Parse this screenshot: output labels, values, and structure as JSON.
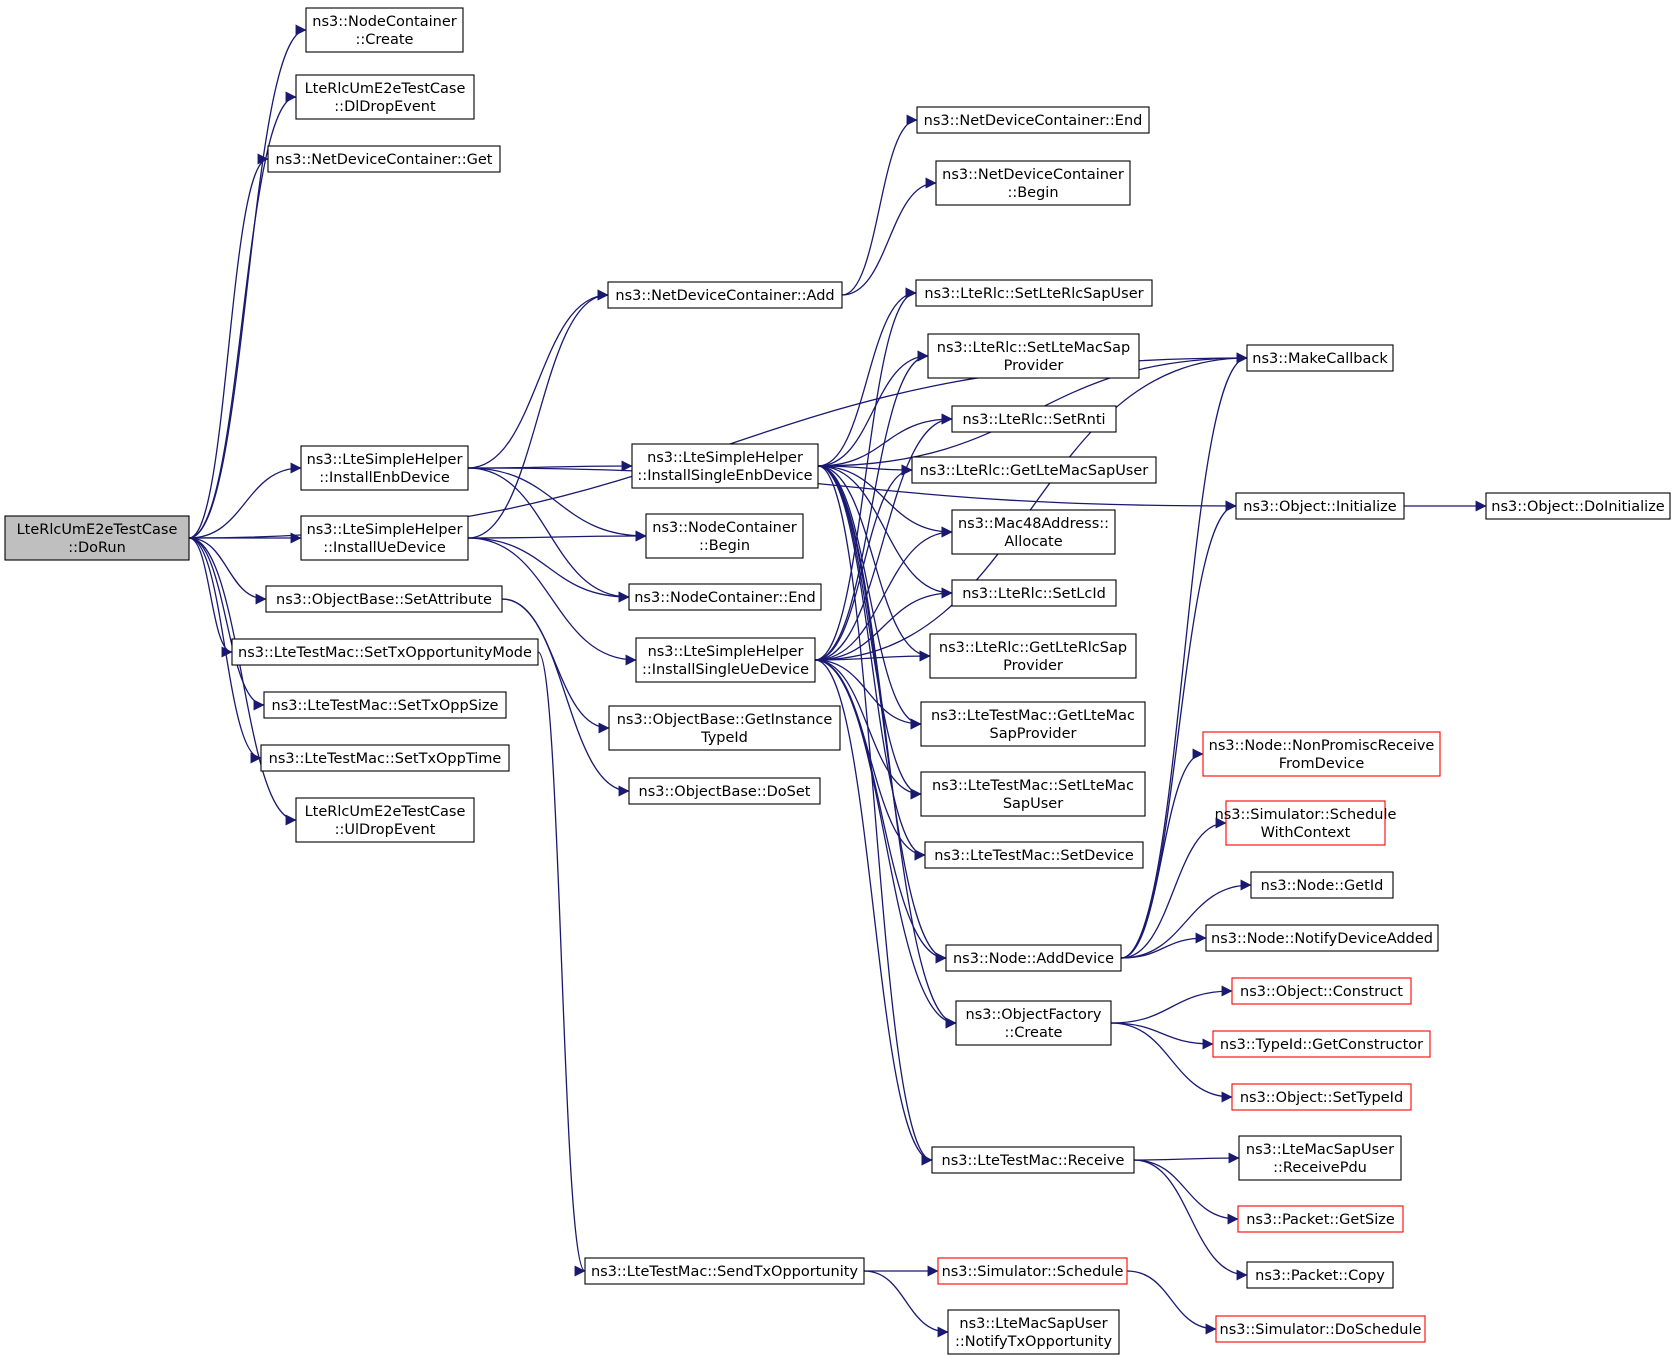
{
  "graph": {
    "root": "doRun",
    "nodes": [
      {
        "id": "doRun",
        "lines": [
          "LteRlcUmE2eTestCase",
          "::DoRun"
        ],
        "kind": "root"
      },
      {
        "id": "ncCreate",
        "lines": [
          "ns3::NodeContainer",
          "::Create"
        ]
      },
      {
        "id": "dlDrop",
        "lines": [
          "LteRlcUmE2eTestCase",
          "::DlDropEvent"
        ]
      },
      {
        "id": "ndcGet",
        "lines": [
          "ns3::NetDeviceContainer::Get"
        ]
      },
      {
        "id": "instEnb",
        "lines": [
          "ns3::LteSimpleHelper",
          "::InstallEnbDevice"
        ]
      },
      {
        "id": "instUe",
        "lines": [
          "ns3::LteSimpleHelper",
          "::InstallUeDevice"
        ]
      },
      {
        "id": "setAttr",
        "lines": [
          "ns3::ObjectBase::SetAttribute"
        ]
      },
      {
        "id": "setTxOppMode",
        "lines": [
          "ns3::LteTestMac::SetTxOpportunityMode"
        ]
      },
      {
        "id": "setTxOppSize",
        "lines": [
          "ns3::LteTestMac::SetTxOppSize"
        ]
      },
      {
        "id": "setTxOppTime",
        "lines": [
          "ns3::LteTestMac::SetTxOppTime"
        ]
      },
      {
        "id": "ulDrop",
        "lines": [
          "LteRlcUmE2eTestCase",
          "::UlDropEvent"
        ]
      },
      {
        "id": "ndcAdd",
        "lines": [
          "ns3::NetDeviceContainer::Add"
        ]
      },
      {
        "id": "instSEnb",
        "lines": [
          "ns3::LteSimpleHelper",
          "::InstallSingleEnbDevice"
        ]
      },
      {
        "id": "ncBegin",
        "lines": [
          "ns3::NodeContainer",
          "::Begin"
        ]
      },
      {
        "id": "ncEnd",
        "lines": [
          "ns3::NodeContainer::End"
        ]
      },
      {
        "id": "instSUe",
        "lines": [
          "ns3::LteSimpleHelper",
          "::InstallSingleUeDevice"
        ]
      },
      {
        "id": "getInstTid",
        "lines": [
          "ns3::ObjectBase::GetInstance",
          "TypeId"
        ]
      },
      {
        "id": "doSet",
        "lines": [
          "ns3::ObjectBase::DoSet"
        ]
      },
      {
        "id": "sendTxOpp",
        "lines": [
          "ns3::LteTestMac::SendTxOpportunity"
        ]
      },
      {
        "id": "ndcEnd",
        "lines": [
          "ns3::NetDeviceContainer::End"
        ]
      },
      {
        "id": "ndcBegin",
        "lines": [
          "ns3::NetDeviceContainer",
          "::Begin"
        ]
      },
      {
        "id": "setLteRlcSapUser",
        "lines": [
          "ns3::LteRlc::SetLteRlcSapUser"
        ]
      },
      {
        "id": "setLteMacSapProv",
        "lines": [
          "ns3::LteRlc::SetLteMacSap",
          "Provider"
        ]
      },
      {
        "id": "setRnti",
        "lines": [
          "ns3::LteRlc::SetRnti"
        ]
      },
      {
        "id": "getLteMacSapUser",
        "lines": [
          "ns3::LteRlc::GetLteMacSapUser"
        ]
      },
      {
        "id": "macAlloc",
        "lines": [
          "ns3::Mac48Address::",
          "Allocate"
        ]
      },
      {
        "id": "setLcId",
        "lines": [
          "ns3::LteRlc::SetLcId"
        ]
      },
      {
        "id": "getLteRlcSapProv",
        "lines": [
          "ns3::LteRlc::GetLteRlcSap",
          "Provider"
        ]
      },
      {
        "id": "tmGetMacSapProv",
        "lines": [
          "ns3::LteTestMac::GetLteMac",
          "SapProvider"
        ]
      },
      {
        "id": "tmSetMacSapUser",
        "lines": [
          "ns3::LteTestMac::SetLteMac",
          "SapUser"
        ]
      },
      {
        "id": "tmSetDevice",
        "lines": [
          "ns3::LteTestMac::SetDevice"
        ]
      },
      {
        "id": "nodeAddDevice",
        "lines": [
          "ns3::Node::AddDevice"
        ]
      },
      {
        "id": "ofCreate",
        "lines": [
          "ns3::ObjectFactory",
          "::Create"
        ]
      },
      {
        "id": "tmReceive",
        "lines": [
          "ns3::LteTestMac::Receive"
        ]
      },
      {
        "id": "simSchedule",
        "lines": [
          "ns3::Simulator::Schedule"
        ],
        "kind": "red"
      },
      {
        "id": "notifyTxOpp",
        "lines": [
          "ns3::LteMacSapUser",
          "::NotifyTxOpportunity"
        ]
      },
      {
        "id": "makeCallback",
        "lines": [
          "ns3::MakeCallback"
        ]
      },
      {
        "id": "objInit",
        "lines": [
          "ns3::Object::Initialize"
        ]
      },
      {
        "id": "objDoInit",
        "lines": [
          "ns3::Object::DoInitialize"
        ]
      },
      {
        "id": "nonPromisc",
        "lines": [
          "ns3::Node::NonPromiscReceive",
          "FromDevice"
        ],
        "kind": "red"
      },
      {
        "id": "schedCtx",
        "lines": [
          "ns3::Simulator::Schedule",
          "WithContext"
        ],
        "kind": "red"
      },
      {
        "id": "nodeGetId",
        "lines": [
          "ns3::Node::GetId"
        ]
      },
      {
        "id": "notifyDevAdded",
        "lines": [
          "ns3::Node::NotifyDeviceAdded"
        ]
      },
      {
        "id": "objConstruct",
        "lines": [
          "ns3::Object::Construct"
        ],
        "kind": "red"
      },
      {
        "id": "getConstructor",
        "lines": [
          "ns3::TypeId::GetConstructor"
        ],
        "kind": "red"
      },
      {
        "id": "setTypeId",
        "lines": [
          "ns3::Object::SetTypeId"
        ],
        "kind": "red"
      },
      {
        "id": "receivePdu",
        "lines": [
          "ns3::LteMacSapUser",
          "::ReceivePdu"
        ]
      },
      {
        "id": "pktGetSize",
        "lines": [
          "ns3::Packet::GetSize"
        ],
        "kind": "red"
      },
      {
        "id": "pktCopy",
        "lines": [
          "ns3::Packet::Copy"
        ]
      },
      {
        "id": "simDoSchedule",
        "lines": [
          "ns3::Simulator::DoSchedule"
        ],
        "kind": "red"
      }
    ],
    "edges": [
      [
        "doRun",
        "ncCreate"
      ],
      [
        "doRun",
        "dlDrop"
      ],
      [
        "doRun",
        "ndcGet"
      ],
      [
        "doRun",
        "instEnb"
      ],
      [
        "doRun",
        "instUe"
      ],
      [
        "doRun",
        "setAttr"
      ],
      [
        "doRun",
        "setTxOppMode"
      ],
      [
        "doRun",
        "setTxOppSize"
      ],
      [
        "doRun",
        "setTxOppTime"
      ],
      [
        "doRun",
        "ulDrop"
      ],
      [
        "doRun",
        "makeCallback"
      ],
      [
        "instEnb",
        "ndcAdd"
      ],
      [
        "instEnb",
        "instSEnb"
      ],
      [
        "instEnb",
        "ncBegin"
      ],
      [
        "instEnb",
        "ncEnd"
      ],
      [
        "instEnb",
        "objInit"
      ],
      [
        "instUe",
        "ndcAdd"
      ],
      [
        "instUe",
        "ncBegin"
      ],
      [
        "instUe",
        "ncEnd"
      ],
      [
        "instUe",
        "instSUe"
      ],
      [
        "setAttr",
        "getInstTid"
      ],
      [
        "setAttr",
        "doSet"
      ],
      [
        "setTxOppMode",
        "sendTxOpp"
      ],
      [
        "ndcAdd",
        "ndcEnd"
      ],
      [
        "ndcAdd",
        "ndcBegin"
      ],
      [
        "instSEnb",
        "setLteRlcSapUser"
      ],
      [
        "instSEnb",
        "setLteMacSapProv"
      ],
      [
        "instSEnb",
        "setRnti"
      ],
      [
        "instSEnb",
        "getLteMacSapUser"
      ],
      [
        "instSEnb",
        "macAlloc"
      ],
      [
        "instSEnb",
        "setLcId"
      ],
      [
        "instSEnb",
        "getLteRlcSapProv"
      ],
      [
        "instSEnb",
        "tmGetMacSapProv"
      ],
      [
        "instSEnb",
        "tmSetMacSapUser"
      ],
      [
        "instSEnb",
        "tmSetDevice"
      ],
      [
        "instSEnb",
        "nodeAddDevice"
      ],
      [
        "instSEnb",
        "ofCreate"
      ],
      [
        "instSEnb",
        "tmReceive"
      ],
      [
        "instSEnb",
        "makeCallback"
      ],
      [
        "instSUe",
        "setLteRlcSapUser"
      ],
      [
        "instSUe",
        "setLteMacSapProv"
      ],
      [
        "instSUe",
        "setRnti"
      ],
      [
        "instSUe",
        "getLteMacSapUser"
      ],
      [
        "instSUe",
        "macAlloc"
      ],
      [
        "instSUe",
        "setLcId"
      ],
      [
        "instSUe",
        "getLteRlcSapProv"
      ],
      [
        "instSUe",
        "tmGetMacSapProv"
      ],
      [
        "instSUe",
        "tmSetMacSapUser"
      ],
      [
        "instSUe",
        "tmSetDevice"
      ],
      [
        "instSUe",
        "nodeAddDevice"
      ],
      [
        "instSUe",
        "ofCreate"
      ],
      [
        "instSUe",
        "tmReceive"
      ],
      [
        "instSUe",
        "makeCallback"
      ],
      [
        "sendTxOpp",
        "simSchedule"
      ],
      [
        "sendTxOpp",
        "notifyTxOpp"
      ],
      [
        "simSchedule",
        "simDoSchedule"
      ],
      [
        "objInit",
        "objDoInit"
      ],
      [
        "nodeAddDevice",
        "makeCallback"
      ],
      [
        "nodeAddDevice",
        "objInit"
      ],
      [
        "nodeAddDevice",
        "nonPromisc"
      ],
      [
        "nodeAddDevice",
        "schedCtx"
      ],
      [
        "nodeAddDevice",
        "nodeGetId"
      ],
      [
        "nodeAddDevice",
        "notifyDevAdded"
      ],
      [
        "ofCreate",
        "objConstruct"
      ],
      [
        "ofCreate",
        "getConstructor"
      ],
      [
        "ofCreate",
        "setTypeId"
      ],
      [
        "tmReceive",
        "receivePdu"
      ],
      [
        "tmReceive",
        "pktGetSize"
      ],
      [
        "tmReceive",
        "pktCopy"
      ]
    ]
  }
}
